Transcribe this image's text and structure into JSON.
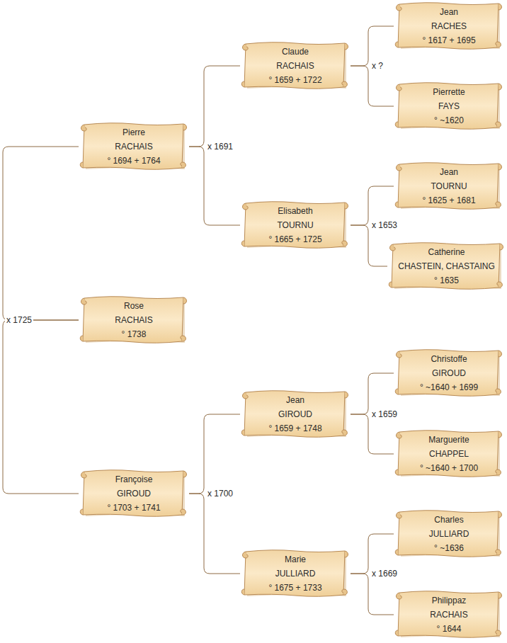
{
  "diagram": {
    "nodes": [
      {
        "text": [
          "Pierre",
          "RACHAIS",
          "° 1694 + 1764"
        ]
      },
      {
        "text": [
          "Claude",
          "RACHAIS",
          "° 1659 + 1722"
        ]
      },
      {
        "text": [
          "Jean",
          "RACHES",
          "° 1617 + 1695"
        ]
      },
      {
        "text": [
          "Pierrette",
          "FAYS",
          "° ~1620"
        ]
      },
      {
        "text": [
          "Elisabeth",
          "TOURNU",
          "° 1665 + 1725"
        ]
      },
      {
        "text": [
          "Jean",
          "TOURNU",
          "° 1625 + 1681"
        ]
      },
      {
        "text": [
          "Catherine",
          "CHASTEIN, CHASTAING",
          "° 1635"
        ]
      },
      {
        "text": [
          "Rose",
          "RACHAIS",
          "° 1738"
        ]
      },
      {
        "text": [
          "Françoise",
          "GIROUD",
          "° 1703 + 1741"
        ]
      },
      {
        "text": [
          "Jean",
          "GIROUD",
          "° 1659 + 1748"
        ]
      },
      {
        "text": [
          "Christoffe",
          "GIROUD",
          "° ~1640 + 1699"
        ]
      },
      {
        "text": [
          "Marguerite",
          "CHAPPEL",
          "° ~1640 + 1700"
        ]
      },
      {
        "text": [
          "Marie",
          "JULLIARD",
          "° 1675 + 1733"
        ]
      },
      {
        "text": [
          "Charles",
          "JULLIARD",
          "° ~1636"
        ]
      },
      {
        "text": [
          "Philippaz",
          "RACHAIS",
          "° 1644"
        ]
      }
    ],
    "edges": [
      {
        "from": 0,
        "to": 1,
        "arrow": "none",
        "label": "x 1691"
      },
      {
        "from": 0,
        "to": 4,
        "arrow": "none"
      },
      {
        "from": 1,
        "to": 2,
        "arrow": "none",
        "label": "x ?"
      },
      {
        "from": 1,
        "to": 3,
        "arrow": "none"
      },
      {
        "from": 4,
        "to": 5,
        "arrow": "none",
        "label": "x 1653"
      },
      {
        "from": 4,
        "to": 6,
        "arrow": "none"
      },
      {
        "from": 7,
        "to": 0,
        "arrow": "none",
        "label": "x 1725"
      },
      {
        "from": 7,
        "to": 8,
        "arrow": "none"
      },
      {
        "from": 8,
        "to": 9,
        "arrow": "none",
        "label": "x 1700"
      },
      {
        "from": 8,
        "to": 12,
        "arrow": "none"
      },
      {
        "from": 9,
        "to": 10,
        "arrow": "none",
        "label": "x 1659"
      },
      {
        "from": 9,
        "to": 11,
        "arrow": "none"
      },
      {
        "from": 12,
        "to": 13,
        "arrow": "none",
        "label": "x 1669"
      },
      {
        "from": 12,
        "to": 14,
        "arrow": "none"
      }
    ]
  }
}
